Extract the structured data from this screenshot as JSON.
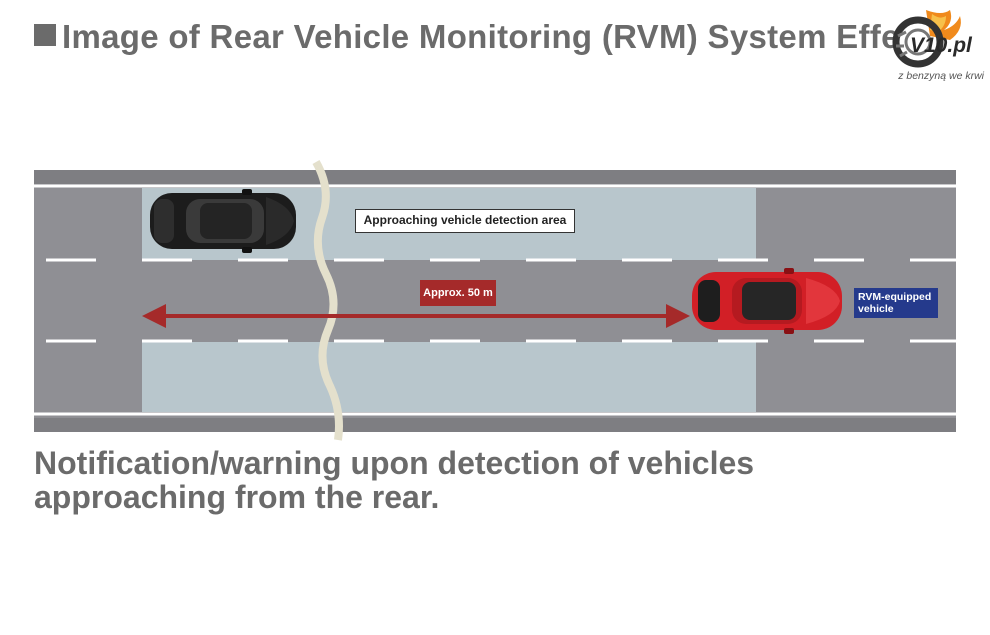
{
  "header": {
    "title": "Image of Rear Vehicle Monitoring (RVM) System Effe"
  },
  "logo": {
    "brand": "V10.pl",
    "tagline": "z benzyną we krwi"
  },
  "diagram": {
    "detection_area_label": "Approaching vehicle detection area",
    "distance_label": "Approx. 50 m",
    "rvm_vehicle_label": "RVM-equipped vehicle",
    "colors": {
      "road": "#8f8f94",
      "detection_area": "#b8c6cc",
      "distance_arrow": "#a52a2a",
      "rvm_label": "#253a8c",
      "ego_car": "#d21f26",
      "other_car": "#1c1c1c"
    }
  },
  "caption": {
    "line1": "Notification/warning upon detection of vehicles",
    "line2": "approaching from the rear."
  }
}
